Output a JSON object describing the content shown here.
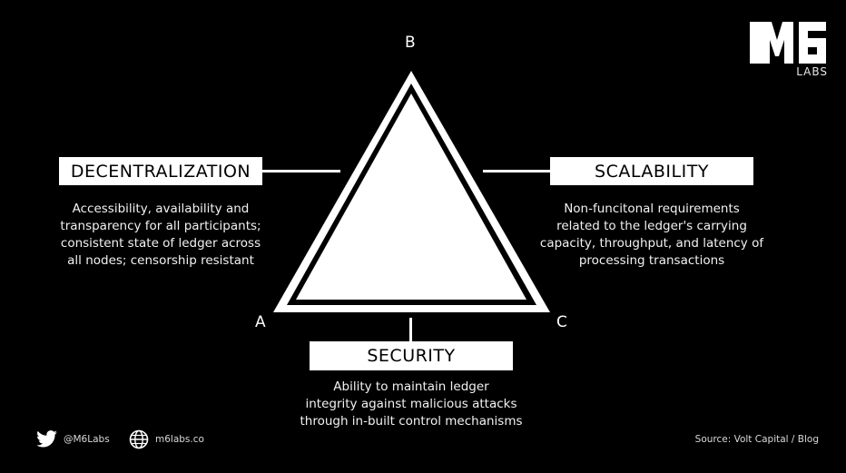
{
  "brand": {
    "logo_text": "M6",
    "logo_sub": "LABS"
  },
  "triangle": {
    "vertex_top": "B",
    "vertex_left": "A",
    "vertex_right": "C"
  },
  "properties": {
    "decentralization": {
      "title": "DECENTRALIZATION",
      "lines": [
        "Accessibility, availability and",
        "transparency for all participants;",
        "consistent state of ledger across",
        "all nodes; censorship resistant"
      ]
    },
    "scalability": {
      "title": "SCALABILITY",
      "lines": [
        "Non-funcitonal requirements",
        "related to the ledger's carrying",
        "capacity, throughput, and latency of",
        "processing transactions"
      ]
    },
    "security": {
      "title": "SECURITY",
      "lines": [
        "Ability to maintain ledger",
        "integrity against malicious attacks",
        "through in-built control mechanisms"
      ]
    }
  },
  "footer": {
    "twitter_icon": "twitter-bird-icon",
    "twitter_handle": "@M6Labs",
    "globe_icon": "globe-icon",
    "website": "m6labs.co",
    "source": "Source: Volt Capital / Blog"
  }
}
